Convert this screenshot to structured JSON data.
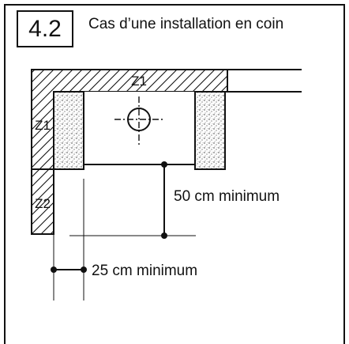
{
  "section": {
    "number": "4.2",
    "title": "Cas d’une installation en coin"
  },
  "diagram": {
    "zone_top": "Z1",
    "zone_side": "Z1",
    "zone_lower": "Z2",
    "dim_vertical": "50 cm minimum",
    "dim_horizontal": "25 cm minimum"
  }
}
